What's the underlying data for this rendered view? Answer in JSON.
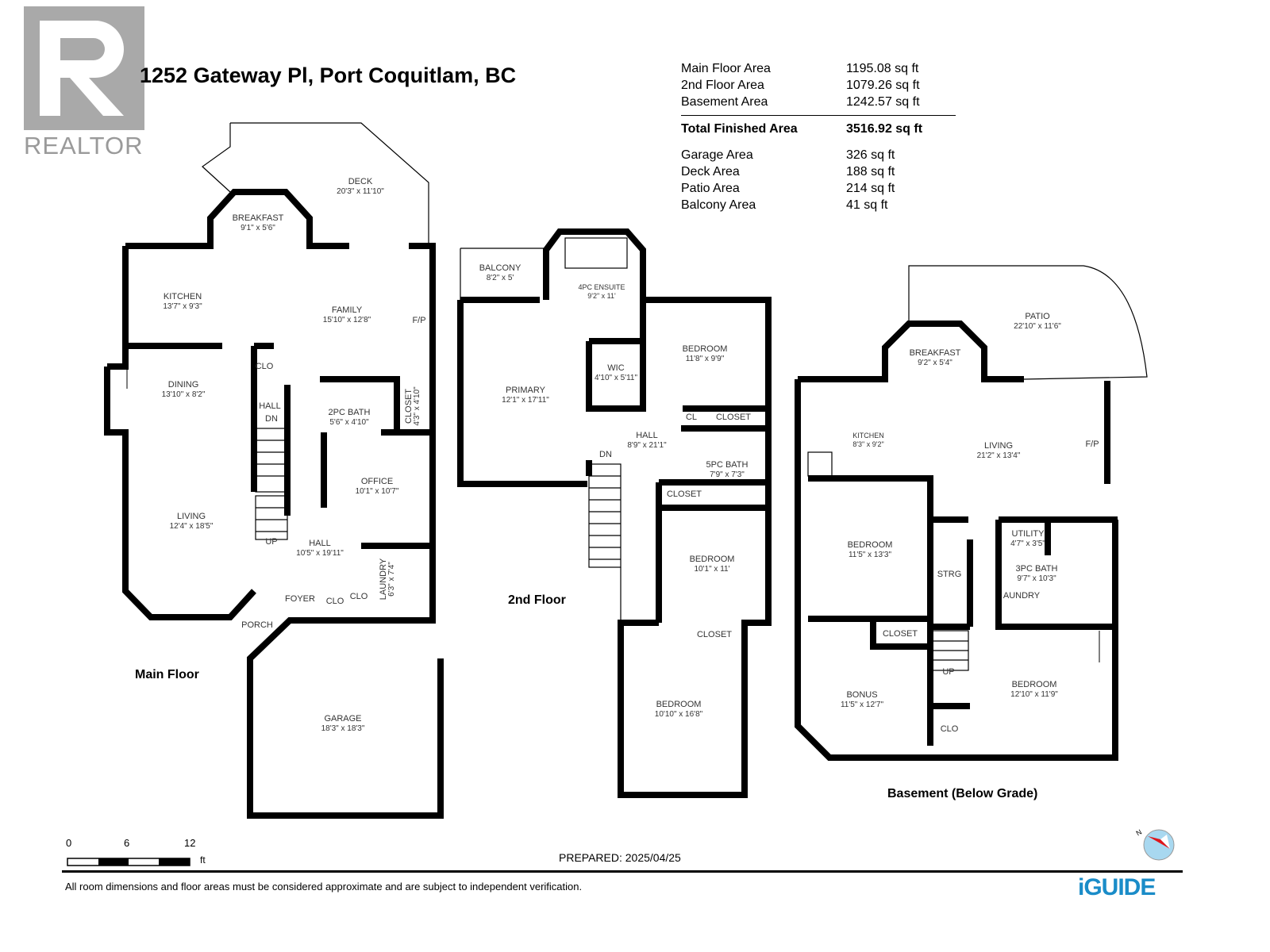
{
  "header": {
    "address": "1252 Gateway Pl, Port Coquitlam, BC",
    "logo_text": "REALTOR",
    "logo_mark": "R"
  },
  "areas": {
    "rows": [
      {
        "label": "Main Floor Area",
        "value": "1195.08 sq ft"
      },
      {
        "label": "2nd Floor Area",
        "value": "1079.26 sq ft"
      },
      {
        "label": "Basement Area",
        "value": "1242.57 sq ft"
      }
    ],
    "total": {
      "label": "Total Finished Area",
      "value": "3516.92 sq ft"
    },
    "other": [
      {
        "label": "Garage Area",
        "value": "326 sq ft"
      },
      {
        "label": "Deck Area",
        "value": "188 sq ft"
      },
      {
        "label": "Patio Area",
        "value": "214 sq ft"
      },
      {
        "label": "Balcony Area",
        "value": "41 sq ft"
      }
    ]
  },
  "floors": {
    "main": {
      "label": "Main Floor",
      "rooms": [
        {
          "name": "DECK",
          "dims": "20'3\" x 11'10\""
        },
        {
          "name": "BREAKFAST",
          "dims": "9'1\" x 5'6\""
        },
        {
          "name": "KITCHEN",
          "dims": "13'7\" x 9'3\""
        },
        {
          "name": "FAMILY",
          "dims": "15'10\" x 12'8\""
        },
        {
          "name": "DINING",
          "dims": "13'10\" x 8'2\""
        },
        {
          "name": "2PC BATH",
          "dims": "5'6\" x 4'10\""
        },
        {
          "name": "CLOSET",
          "dims": "4'3\" x 4'10\""
        },
        {
          "name": "OFFICE",
          "dims": "10'1\" x 10'7\""
        },
        {
          "name": "LIVING",
          "dims": "12'4\" x 18'5\""
        },
        {
          "name": "HALL",
          "dims": "10'5\" x 19'11\""
        },
        {
          "name": "LAUNDRY",
          "dims": "6'3\" x 7'4\""
        },
        {
          "name": "GARAGE",
          "dims": "18'3\" x 18'3\""
        }
      ],
      "labels": {
        "clo1": "CLO",
        "hall": "HALL",
        "dn": "DN",
        "up": "UP",
        "foyer": "FOYER",
        "clo2": "CLO",
        "clo3": "CLO",
        "porch": "PORCH",
        "fp": "F/P"
      }
    },
    "second": {
      "label": "2nd Floor",
      "rooms": [
        {
          "name": "BALCONY",
          "dims": "8'2\" x 5'"
        },
        {
          "name": "4PC ENSUITE",
          "dims": "9'2\" x 11'"
        },
        {
          "name": "PRIMARY",
          "dims": "12'1\" x 17'11\""
        },
        {
          "name": "WIC",
          "dims": "4'10\" x 5'11\""
        },
        {
          "name": "BEDROOM",
          "dims": "11'8\" x 9'9\""
        },
        {
          "name": "HALL",
          "dims": "8'9\" x 21'1\""
        },
        {
          "name": "5PC BATH",
          "dims": "7'9\" x 7'3\""
        },
        {
          "name": "BEDROOM",
          "dims": "10'1\" x 11'"
        },
        {
          "name": "BEDROOM",
          "dims": "10'10\" x 16'8\""
        }
      ],
      "labels": {
        "cl": "CL",
        "closet1": "CLOSET",
        "closet2": "CLOSET",
        "closet3": "CLOSET",
        "dn": "DN"
      }
    },
    "basement": {
      "label": "Basement (Below Grade)",
      "rooms": [
        {
          "name": "PATIO",
          "dims": "22'10\" x 11'6\""
        },
        {
          "name": "BREAKFAST",
          "dims": "9'2\" x 5'4\""
        },
        {
          "name": "KITCHEN",
          "dims": "8'3\" x 9'2\""
        },
        {
          "name": "LIVING",
          "dims": "21'2\" x 13'4\""
        },
        {
          "name": "BEDROOM",
          "dims": "11'5\" x 13'3\""
        },
        {
          "name": "UTILITY",
          "dims": "4'7\" x 3'5\""
        },
        {
          "name": "3PC BATH",
          "dims": "9'7\" x 10'3\""
        },
        {
          "name": "BONUS",
          "dims": "11'5\" x 12'7\""
        },
        {
          "name": "BEDROOM",
          "dims": "12'10\" x 11'9\""
        }
      ],
      "labels": {
        "fp": "F/P",
        "strg": "STRG",
        "laundry": "AUNDRY",
        "closet": "CLOSET",
        "up": "UP",
        "clo": "CLO"
      }
    }
  },
  "footer": {
    "scale": {
      "ticks": [
        "0",
        "6",
        "12"
      ],
      "unit": "ft"
    },
    "prepared": "PREPARED: 2025/04/25",
    "disclaimer": "All room dimensions and floor areas must be considered approximate and are subject to independent verification.",
    "brand": "iGUIDE",
    "compass_label": "N"
  },
  "colors": {
    "wall": "#000000",
    "brand": "#1a8cc8",
    "compass_red": "#e0161b",
    "compass_blue": "#a8d8f0",
    "logo_gray": "#a9a9a9"
  }
}
